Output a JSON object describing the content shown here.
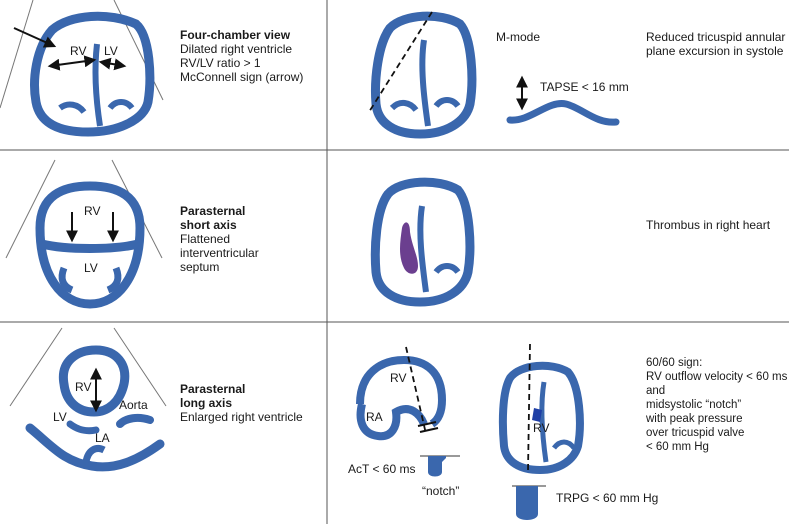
{
  "colors": {
    "heart": "#3a67ad",
    "thrombus": "#6b3f8f",
    "rv_mark": "#1f3fa6",
    "line": "#555555"
  },
  "panels": {
    "four_chamber": {
      "title": "Four-chamber view",
      "lines": [
        "Dilated right ventricle",
        "RV/LV ratio > 1",
        "McConnell sign (arrow)"
      ],
      "rv": "RV",
      "lv": "LV"
    },
    "m_mode": {
      "label": "M-mode",
      "description": [
        "Reduced tricuspid annular",
        "plane excursion in systole"
      ],
      "tapse": "TAPSE < 16 mm"
    },
    "short_axis": {
      "title_lines": [
        "Parasternal",
        "short axis"
      ],
      "lines": [
        "Flattened",
        "interventricular",
        "septum"
      ],
      "rv": "RV",
      "lv": "LV"
    },
    "thrombus": {
      "description": "Thrombus in right heart"
    },
    "long_axis": {
      "title_lines": [
        "Parasternal",
        "long axis"
      ],
      "lines": [
        "Enlarged right ventricle"
      ],
      "rv": "RV",
      "lv": "LV",
      "aorta": "Aorta",
      "la": "LA"
    },
    "sign_6060": {
      "rv_left": "RV",
      "ra": "RA",
      "act": "AcT < 60 ms",
      "notch": "“notch”",
      "rv_right": "RV",
      "trpg": "TRPG < 60 mm Hg",
      "description": [
        "60/60 sign:",
        "RV outflow velocity < 60 ms",
        "and",
        "midsystolic “notch”",
        "with peak pressure",
        "over tricuspid valve",
        "< 60 mm Hg"
      ]
    }
  }
}
